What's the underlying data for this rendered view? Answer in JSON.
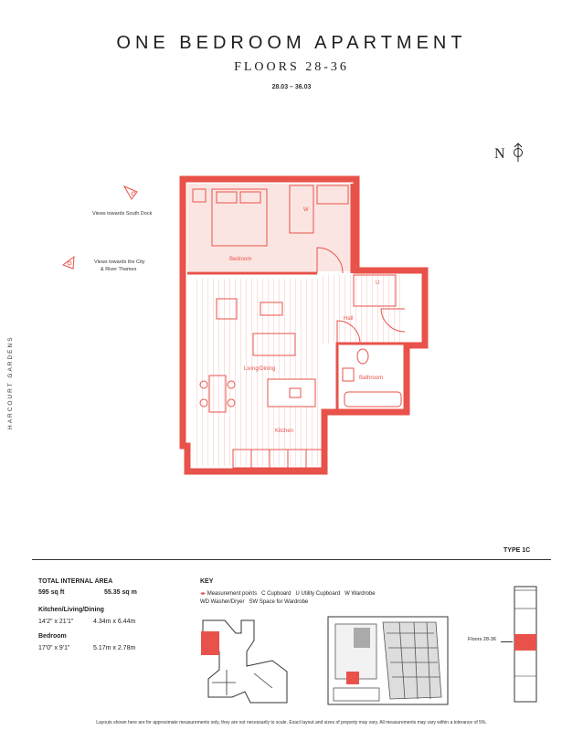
{
  "header": {
    "title": "ONE BEDROOM APARTMENT",
    "subtitle": "FLOORS 28-36",
    "floor_range": "28.03 – 36.03"
  },
  "north": {
    "label": "N",
    "icon": "north-arrow-icon"
  },
  "street_label": "HARCOURT GARDENS",
  "views": [
    {
      "text": "Views towards South Dock",
      "icon": "view-cone-icon"
    },
    {
      "text_line1": "Views towards the City",
      "text_line2": "& River Thames",
      "icon": "view-cone-icon"
    }
  ],
  "rooms": {
    "bedroom": "Bedroom",
    "hall": "Hall",
    "living": "Living/Dining",
    "bathroom": "Bathroom",
    "kitchen": "Kitchen",
    "wardrobe_tag": "W",
    "utility_tag": "U"
  },
  "type_label": "TYPE 1C",
  "area": {
    "heading": "TOTAL INTERNAL AREA",
    "sqft": "595 sq ft",
    "sqm": "55.35 sq m",
    "rooms": [
      {
        "name": "Kitchen/Living/Dining",
        "imperial": "14'2\" x 21'1\"",
        "metric": "4.34m x 6.44m"
      },
      {
        "name": "Bedroom",
        "imperial": "17'0\" x 9'1\"",
        "metric": "5.17m x 2.78m"
      }
    ]
  },
  "key": {
    "heading": "KEY",
    "line1_items": [
      "Measurement points",
      "C Cupboard",
      "U Utility Cupboard",
      "W Wardrobe"
    ],
    "line2_items": [
      "WD Washer/Dryer",
      "SW Space for Wardrobe"
    ]
  },
  "floors_tag": "Floors 28-36",
  "disclaimer": "Layouts shown here are for approximate measurements only, they are not necessarily to scale. Exact layout and sizes of property may vary. All measurements may vary within a tolerance of 5%.",
  "colors": {
    "accent": "#e8524a",
    "accent_light": "#fbe5e2",
    "ink": "#222222"
  }
}
